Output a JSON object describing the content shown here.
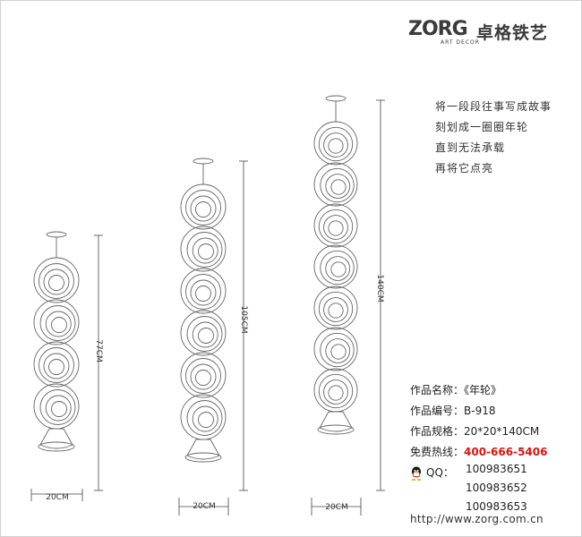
{
  "brand": {
    "logo_word": "ZORG",
    "logo_cn": "卓格铁艺",
    "logo_sub": "ART DECOR"
  },
  "poem": [
    "将一段段往事写成故事",
    "刻划成一圈圈年轮",
    "直到无法承载",
    "再将它点亮"
  ],
  "product": {
    "name_label": "作品名称：",
    "name_value": "《年轮》",
    "code_label": "作品编号：",
    "code_value": "B-918",
    "spec_label": "作品规格：",
    "spec_value": "20*20*140CM",
    "hotline_label": "免费热线：",
    "hotline_value": "400-666-5406",
    "qq_label": "QQ：",
    "qq_numbers": [
      {
        "prefix": "100983",
        "suffix": "651"
      },
      {
        "prefix": "100983",
        "suffix": "652"
      },
      {
        "prefix": "100983",
        "suffix": "653"
      }
    ]
  },
  "url": "http://www.zorg.com.cn",
  "dimensions": {
    "small_height": "77CM",
    "small_width": "20CM",
    "medium_height": "105CM",
    "medium_width": "20CM",
    "large_height": "140CM",
    "large_width": "20CM"
  },
  "colors": {
    "accent": "#d9140f",
    "line": "#555555"
  }
}
